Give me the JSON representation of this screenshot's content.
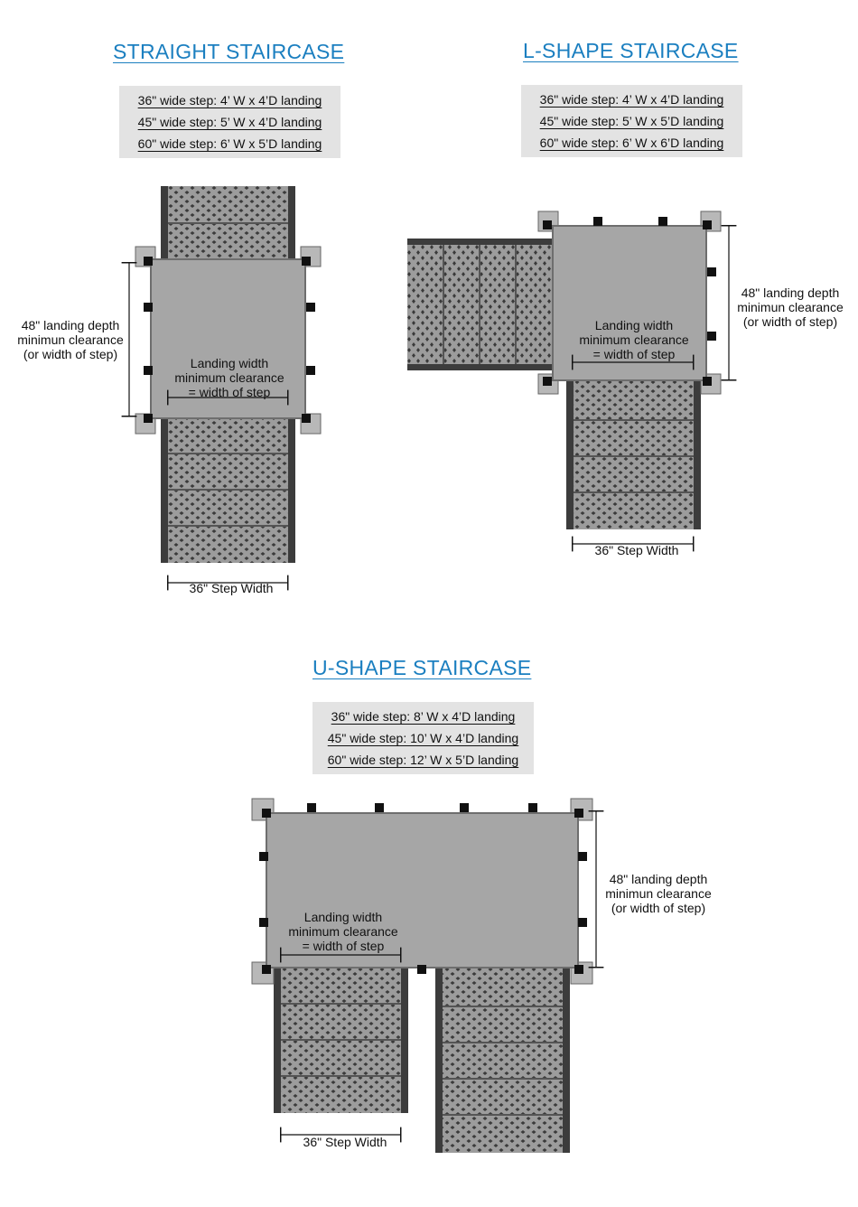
{
  "colors": {
    "title": "#1b7fc0",
    "spec_bg": "#e3e3e3",
    "landing": "#a6a6a6",
    "tread": "#9a9a9a",
    "stringer": "#3c3c3c",
    "post": "#111111"
  },
  "straight": {
    "title": "STRAIGHT STAIRCASE",
    "specs": [
      "36\" wide step: 4’ W x 4’D landing",
      "45\" wide step: 5’ W x 4’D landing",
      "60\" wide step: 6’ W x 5’D landing"
    ],
    "depth_label": [
      "48\" landing depth",
      "minimun clearance",
      "(or width of step)"
    ],
    "landing_label": [
      "Landing width",
      "minimum clearance",
      "= width of step"
    ],
    "step_width_label": "36\" Step Width"
  },
  "lshape": {
    "title": "L-SHAPE STAIRCASE",
    "specs": [
      "36\" wide step: 4’ W x 4’D landing",
      "45\" wide step: 5’ W x 5’D landing",
      "60\" wide step: 6’ W x 6’D landing"
    ],
    "depth_label": [
      "48\" landing depth",
      "minimun clearance",
      "(or width of step)"
    ],
    "landing_label": [
      "Landing width",
      "minimum clearance",
      "= width of step"
    ],
    "step_width_label": "36\" Step Width"
  },
  "ushape": {
    "title": "U-SHAPE STAIRCASE",
    "specs": [
      "36\" wide step: 8’ W x 4’D landing",
      "45\" wide step: 10’ W x 4’D landing",
      "60\" wide step: 12’ W x 5’D landing"
    ],
    "depth_label": [
      "48\" landing depth",
      "minimun clearance",
      "(or width of step)"
    ],
    "landing_label": [
      "Landing width",
      "minimum clearance",
      "= width of step"
    ],
    "step_width_label": "36\" Step Width"
  }
}
